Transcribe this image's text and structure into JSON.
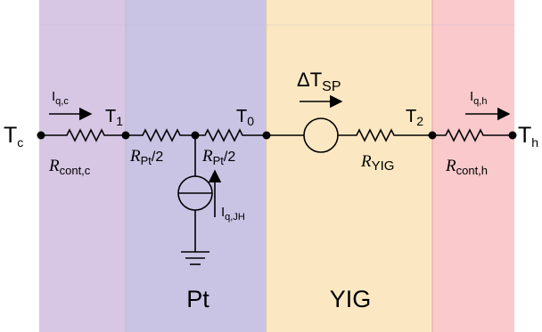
{
  "colors": {
    "contact_cold": "#d7c6e4",
    "platinum": "#c9c3e4",
    "yig": "#fbe8c2",
    "contact_hot": "#f9c9cc",
    "region_edge": "#c7b8d8",
    "yig_edge": "#f3d49d",
    "hot_edge": "#eea8ad",
    "wire": "#000000"
  },
  "terminals": {
    "cold": {
      "main": "T",
      "sub": "c"
    },
    "hot": {
      "main": "T",
      "sub": "h"
    }
  },
  "nodes": {
    "t1": {
      "main": "T",
      "sub": "1"
    },
    "t0": {
      "main": "T",
      "sub": "0"
    },
    "t2": {
      "main": "T",
      "sub": "2"
    }
  },
  "currents": {
    "cold": {
      "main": "I",
      "sub": "q,c"
    },
    "hot": {
      "main": "I",
      "sub": "q,h"
    },
    "joule": {
      "main": "I",
      "sub": "q,JH"
    }
  },
  "source": {
    "main": "ΔT",
    "sub": "SP"
  },
  "resistors": {
    "cont_c": {
      "main": "R",
      "sub": "cont,c",
      "suffix": ""
    },
    "pt_left": {
      "main": "R",
      "sub": "Pt",
      "suffix": "/2"
    },
    "pt_right": {
      "main": "R",
      "sub": "Pt",
      "suffix": "/2"
    },
    "yig": {
      "main": "R",
      "sub": "YIG",
      "suffix": ""
    },
    "cont_h": {
      "main": "R",
      "sub": "cont,h",
      "suffix": ""
    }
  },
  "regions": {
    "pt": "Pt",
    "yig": "YIG"
  },
  "icons": [
    "resistor-icon",
    "current-source-icon",
    "temperature-source-icon",
    "ground-icon",
    "arrow-icon"
  ]
}
